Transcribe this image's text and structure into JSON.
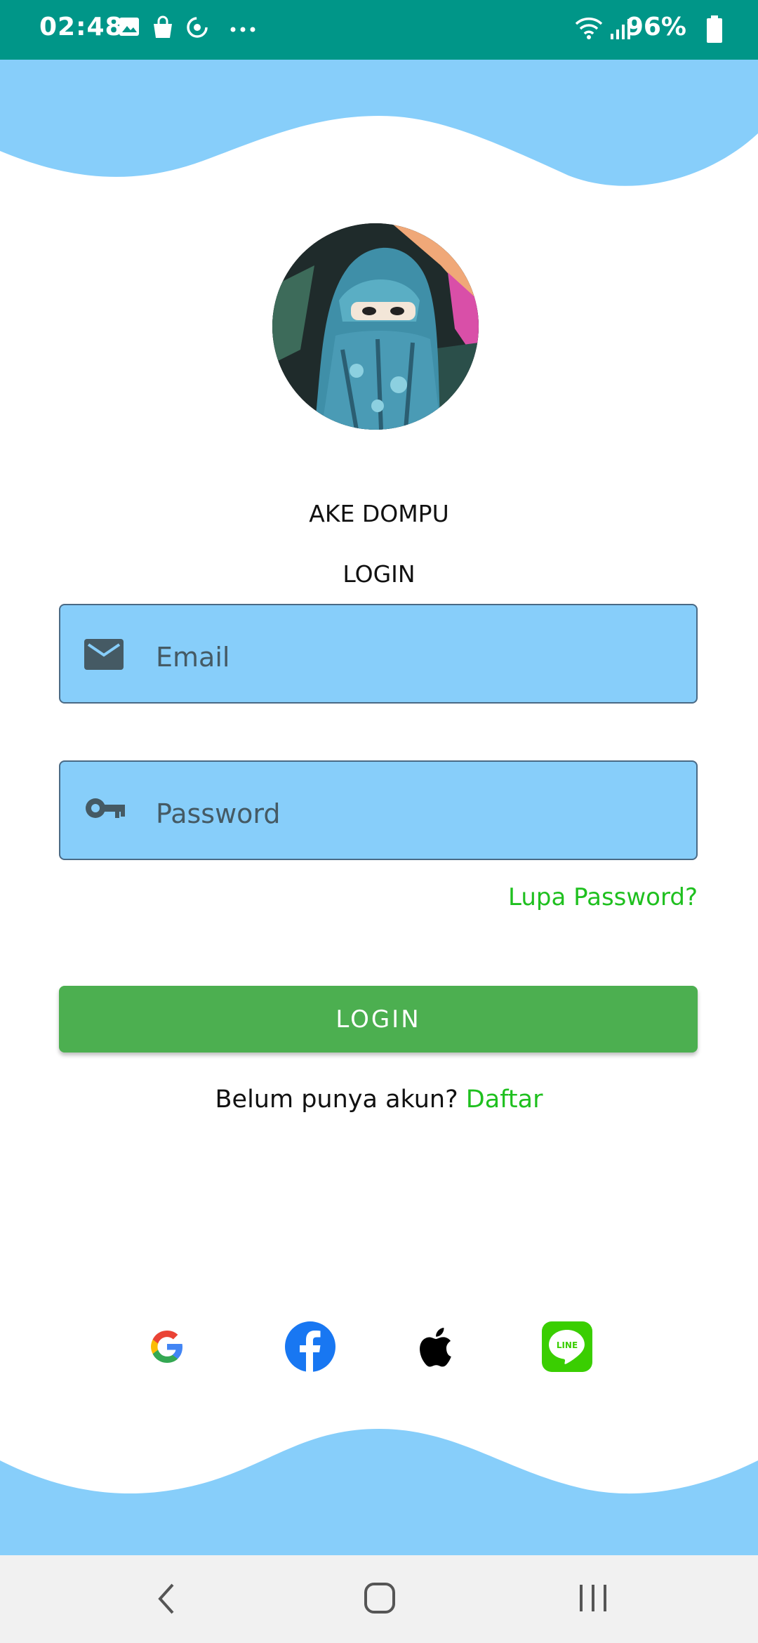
{
  "status_bar": {
    "time": "02:48",
    "battery": "96%",
    "icons": [
      "image-icon",
      "shopping-bag-icon",
      "sync-icon",
      "more-dots-icon",
      "wifi-icon",
      "signal-icon",
      "battery-icon"
    ],
    "color": "#009688"
  },
  "app": {
    "title": "AKE DOMPU",
    "login_heading": "LOGIN"
  },
  "form": {
    "email_placeholder": "Email",
    "email_value": "",
    "password_placeholder": "Password",
    "password_value": "",
    "forgot_password": "Lupa Password?",
    "login_button": "LOGIN",
    "signup_prompt": "Belum punya akun?",
    "signup_link": "Daftar"
  },
  "social": [
    "google-icon",
    "facebook-icon",
    "apple-icon",
    "line-icon"
  ],
  "colors": {
    "wave": "#87cefa",
    "field_bg": "#87cefa",
    "accent_green": "#1fc01f",
    "button_green": "#4caf50",
    "icon_color": "#455a64"
  },
  "nav_bar": {
    "buttons": [
      "back-icon",
      "home-icon",
      "recent-apps-icon"
    ]
  }
}
